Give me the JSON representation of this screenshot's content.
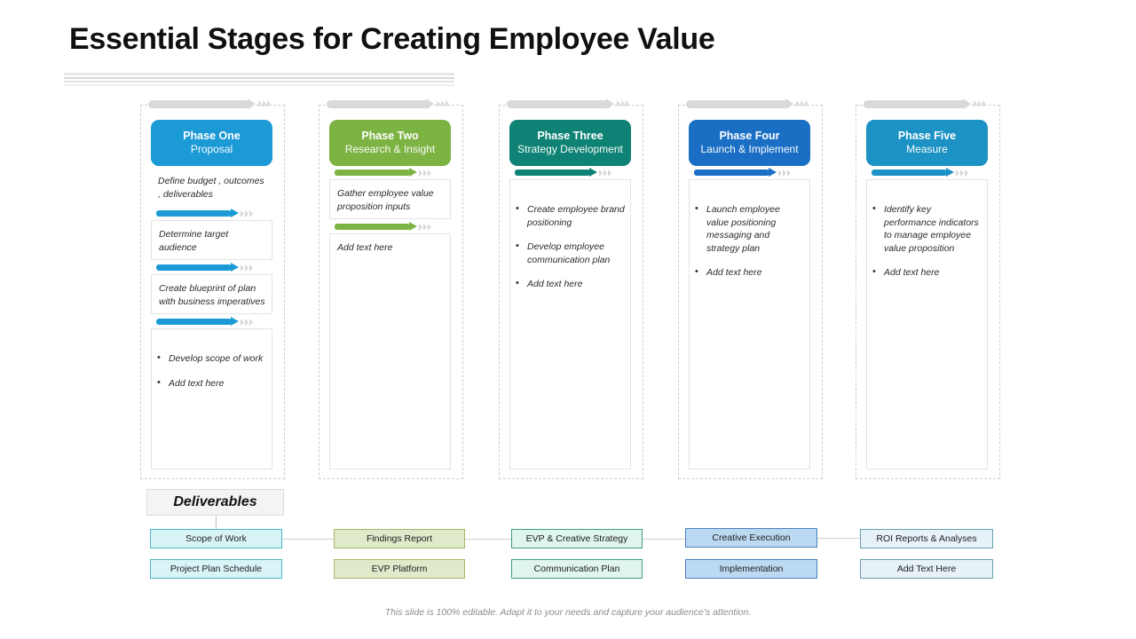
{
  "slide": {
    "title": "Essential Stages for Creating Employee Value",
    "footer": "This slide is 100% editable. Adapt it to your needs and capture your audience's attention.",
    "deliverables_label": "Deliverables"
  },
  "colors": {
    "phase_one": "#1c9ad6",
    "phase_two": "#7cb342",
    "phase_three": "#0e8274",
    "phase_four": "#1a6fc4",
    "phase_five": "#1c93c4",
    "topbar_gray": "#d9d9d9",
    "chevron_gray": "#dcdcdc",
    "title_text": "#101010",
    "body_text": "#2b2b2b"
  },
  "phases": [
    {
      "name": "Phase One",
      "subtitle": "Proposal",
      "color": "#1c9ad6",
      "blocks": [
        {
          "type": "text",
          "text": "Define budget , outcomes , deliverables",
          "bar": false
        },
        {
          "type": "text",
          "text": "Determine target audience",
          "bar": true
        },
        {
          "type": "text",
          "text": "Create blueprint of plan with business imperatives",
          "bar": true
        },
        {
          "type": "bullets",
          "items": [
            "Develop scope of work",
            "Add text here"
          ],
          "bar": true
        }
      ]
    },
    {
      "name": "Phase Two",
      "subtitle": "Research  & Insight",
      "color": "#7cb342",
      "blocks": [
        {
          "type": "text",
          "text": "Gather employee value proposition inputs",
          "bar": true
        },
        {
          "type": "text",
          "text": "Add text here",
          "bar": true
        }
      ]
    },
    {
      "name": "Phase Three",
      "subtitle": "Strategy Development",
      "color": "#0e8274",
      "blocks": [
        {
          "type": "bullets",
          "items": [
            "Create employee brand positioning",
            "Develop employee communication plan",
            "Add text here"
          ],
          "bar": true
        }
      ]
    },
    {
      "name": "Phase Four",
      "subtitle": "Launch  & Implement",
      "color": "#1a6fc4",
      "blocks": [
        {
          "type": "bullets",
          "items": [
            "Launch employee value positioning messaging and strategy plan",
            "Add text here"
          ],
          "bar": true
        }
      ]
    },
    {
      "name": "Phase Five",
      "subtitle": "Measure",
      "color": "#1c93c4",
      "blocks": [
        {
          "type": "bullets",
          "items": [
            "Identify key performance indicators to manage employee value proposition",
            "Add text here"
          ],
          "bar": true
        }
      ]
    }
  ],
  "deliverables": [
    {
      "top": "Scope of Work",
      "bottom": "Project Plan Schedule",
      "fill": "#d9f4f7",
      "border": "#4db6c4"
    },
    {
      "top": "Findings Report",
      "bottom": "EVP Platform",
      "fill": "#dfeacb",
      "border": "#a5b86a"
    },
    {
      "top": "EVP & Creative Strategy",
      "bottom": "Communication Plan",
      "fill": "#dff5ee",
      "border": "#3f9e86"
    },
    {
      "top": "Creative Execution",
      "bottom": "Implementation",
      "fill": "#bcd9f2",
      "border": "#4b82bd"
    },
    {
      "top": "ROI Reports & Analyses",
      "bottom": "Add Text Here",
      "fill": "#e6f2f7",
      "border": "#6aa0ae"
    }
  ]
}
